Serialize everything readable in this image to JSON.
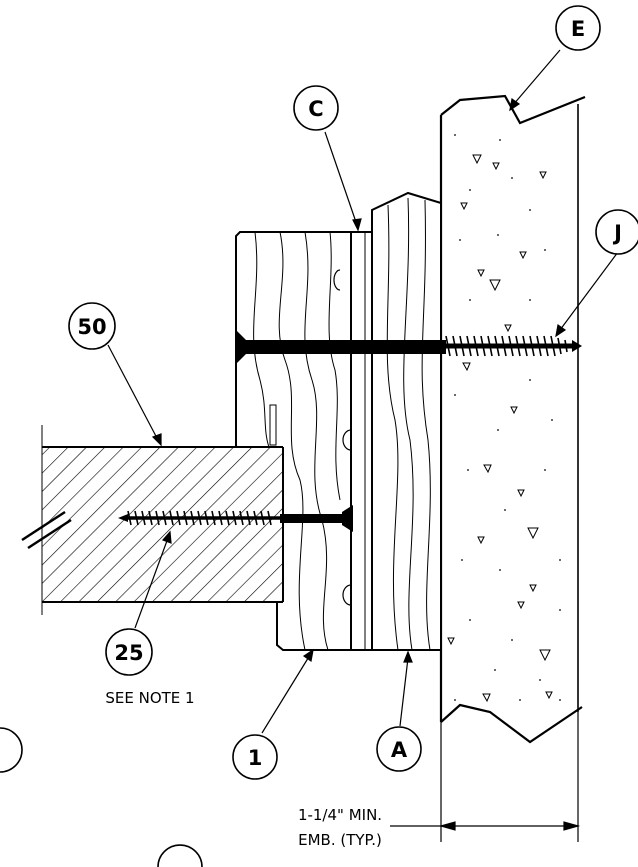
{
  "callouts": {
    "E": "E",
    "C": "C",
    "J": "J",
    "fifty": "50",
    "twentyfive": "25",
    "one": "1",
    "A": "A"
  },
  "notes": {
    "see_note": "SEE NOTE 1",
    "embedment_line1": "1-1/4\" MIN.",
    "embedment_line2": "EMB. (TYP.)"
  }
}
